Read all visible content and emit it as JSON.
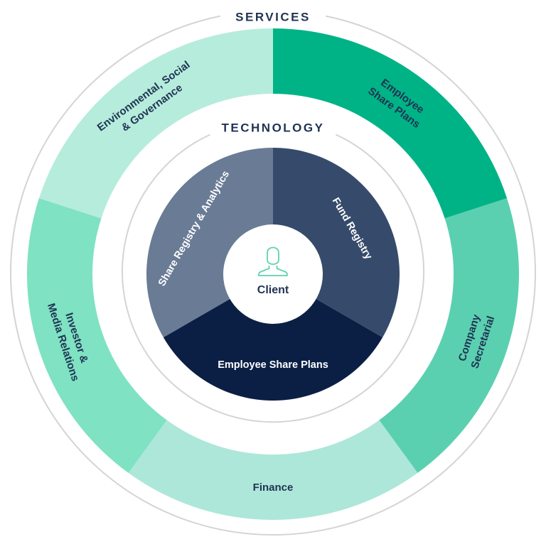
{
  "diagram": {
    "outer_ring_title": "SERVICES",
    "inner_ring_title": "TECHNOLOGY",
    "center": {
      "label": "Client",
      "icon": "person-outline-icon",
      "icon_color": "#5fd1b0"
    },
    "services": [
      {
        "id": "esg",
        "lines": [
          "Environmental, Social",
          "& Governance"
        ],
        "color": "#b6ecdc",
        "text_color": "#1f3352"
      },
      {
        "id": "employee-share-plans",
        "lines": [
          "Employee",
          "Share Plans"
        ],
        "color": "#00b386",
        "text_color": "#1f3352"
      },
      {
        "id": "company-secretarial",
        "lines": [
          "Company",
          "Secretarial"
        ],
        "color": "#5bd0b0",
        "text_color": "#1f3352"
      },
      {
        "id": "finance",
        "lines": [
          "Finance"
        ],
        "color": "#ade7d9",
        "text_color": "#1f3352"
      },
      {
        "id": "investor-media",
        "lines": [
          "Investor &",
          "Media Relations"
        ],
        "color": "#7fe2c2",
        "text_color": "#1f3352"
      }
    ],
    "technology": [
      {
        "id": "fund-registry",
        "label": "Fund Registry",
        "color": "#364b6b"
      },
      {
        "id": "employee-share-plans-tech",
        "label": "Employee Share Plans",
        "color": "#0b1f44"
      },
      {
        "id": "share-registry-analytics",
        "label": "Share Registry & Analytics",
        "color": "#697b95"
      }
    ],
    "colors": {
      "ring_line": "#d4d4d4",
      "title_text": "#1f3352",
      "center_fill": "#ffffff"
    }
  }
}
